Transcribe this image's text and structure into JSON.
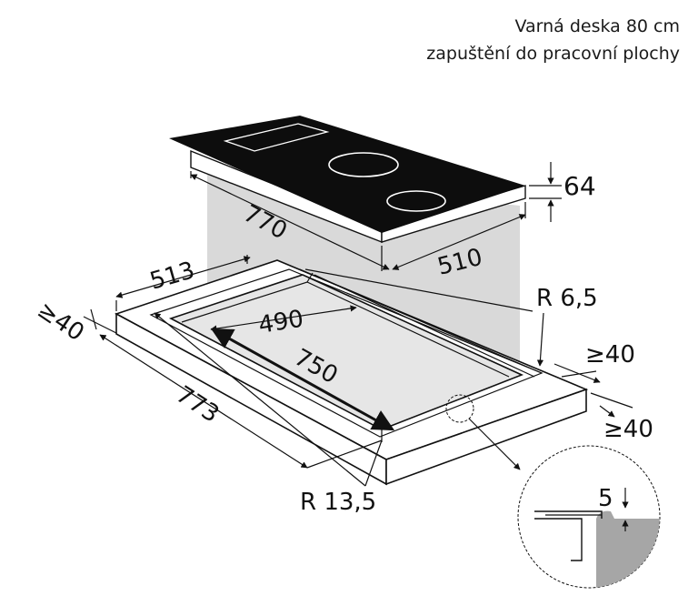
{
  "title": {
    "line1": "Varná deska 80 cm",
    "line2": "zapuštění do pracovní plochy"
  },
  "dimensions": {
    "hob_height": "64",
    "hob_length": "770",
    "hob_depth": "510",
    "cutout_outer_depth": "513",
    "cutout_inner_depth": "490",
    "cutout_inner_length": "750",
    "cutout_outer_length": "773",
    "radius_inner": "R 6,5",
    "radius_outer": "R 13,5",
    "min_back": "≥40",
    "min_right": "≥40",
    "min_front": "≥40",
    "detail_depth": "5"
  },
  "colors": {
    "glass": "#0d0d0d",
    "shadow_column": "#d9d9d9",
    "detail_fill": "#a6a6a6"
  }
}
